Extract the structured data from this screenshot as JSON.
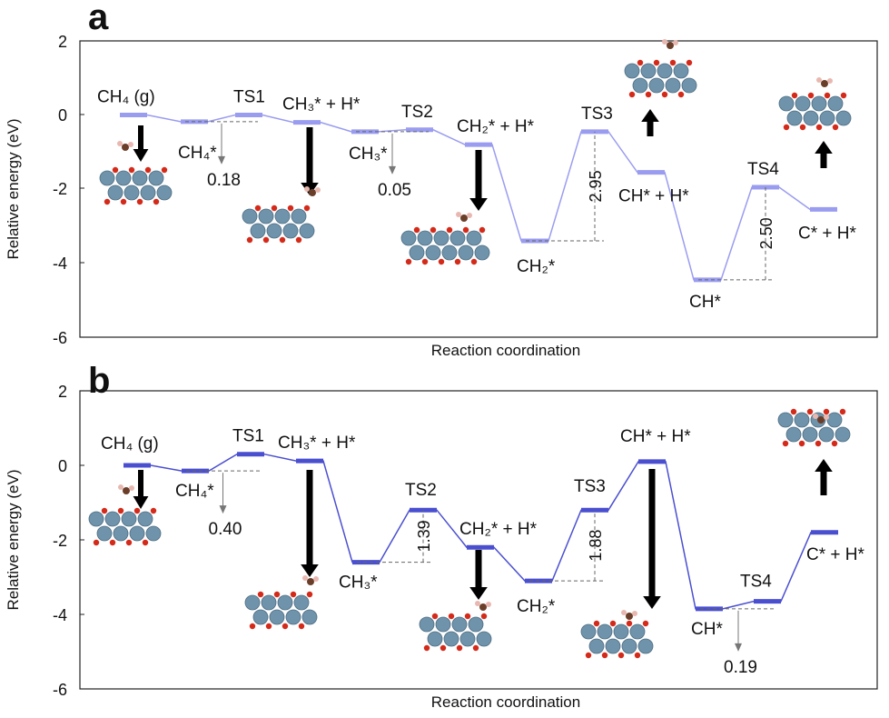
{
  "chart_data": [
    {
      "panel_label": "a",
      "type": "line",
      "ylabel": "Relative energy (eV)",
      "xlabel": "Reaction coordination",
      "ylim": [
        -6,
        2
      ],
      "yticks": [
        "2",
        "0",
        "-2",
        "-4",
        "-6"
      ],
      "grid": false,
      "line_color": "#9a9cf0",
      "states": [
        {
          "label": "CH₄ (g)",
          "energy": 0.0
        },
        {
          "label": "CH₄*",
          "energy": -0.18
        },
        {
          "label": "TS1",
          "energy": 0.0
        },
        {
          "label": "CH₃* + H*",
          "energy": -0.2
        },
        {
          "label": "CH₃*",
          "energy": -0.45
        },
        {
          "label": "TS2",
          "energy": -0.4
        },
        {
          "label": "CH₂* + H*",
          "energy": -0.8
        },
        {
          "label": "CH₂*",
          "energy": -3.4
        },
        {
          "label": "TS3",
          "energy": -0.45
        },
        {
          "label": "CH* + H*",
          "energy": -1.55
        },
        {
          "label": "CH*",
          "energy": -4.45
        },
        {
          "label": "TS4",
          "energy": -1.95
        },
        {
          "label": "C* + H*",
          "energy": -2.55
        }
      ],
      "barriers": [
        {
          "value": "0.18",
          "from_state": 1,
          "to_state": 2
        },
        {
          "value": "0.05",
          "from_state": 4,
          "to_state": 5
        },
        {
          "value": "2.95",
          "from_state": 7,
          "to_state": 8
        },
        {
          "value": "2.50",
          "from_state": 10,
          "to_state": 11
        }
      ]
    },
    {
      "panel_label": "b",
      "type": "line",
      "ylabel": "Relative energy (eV)",
      "xlabel": "Reaction coordination",
      "ylim": [
        -6,
        2
      ],
      "yticks": [
        "2",
        "0",
        "-2",
        "-4",
        "-6"
      ],
      "grid": false,
      "line_color": "#4a4fd0",
      "states": [
        {
          "label": "CH₄ (g)",
          "energy": 0.0
        },
        {
          "label": "CH₄*",
          "energy": -0.15
        },
        {
          "label": "TS1",
          "energy": 0.3
        },
        {
          "label": "CH₃* + H*",
          "energy": 0.12
        },
        {
          "label": "CH₃*",
          "energy": -2.6
        },
        {
          "label": "TS2",
          "energy": -1.2
        },
        {
          "label": "CH₂* + H*",
          "energy": -2.2
        },
        {
          "label": "CH₂*",
          "energy": -3.1
        },
        {
          "label": "TS3",
          "energy": -1.2
        },
        {
          "label": "CH* + H*",
          "energy": 0.1
        },
        {
          "label": "CH*",
          "energy": -3.85
        },
        {
          "label": "TS4",
          "energy": -3.65
        },
        {
          "label": "C* + H*",
          "energy": -1.8
        }
      ],
      "barriers": [
        {
          "value": "0.40",
          "from_state": 1,
          "to_state": 2
        },
        {
          "value": "1.39",
          "from_state": 4,
          "to_state": 5
        },
        {
          "value": "1.88",
          "from_state": 7,
          "to_state": 8
        },
        {
          "value": "0.19",
          "from_state": 10,
          "to_state": 11
        }
      ]
    }
  ],
  "colors": {
    "atom_metal": "#6f93ab",
    "atom_oxygen": "#d42a1a",
    "atom_carbon": "#6b3e2a",
    "atom_hydrogen": "#e8b8b0"
  }
}
